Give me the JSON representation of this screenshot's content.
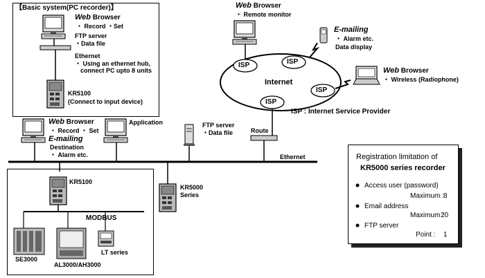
{
  "basic": {
    "title": "【Basic system(PC recorder)】",
    "web": "Web",
    "browser": " Browser",
    "record_set": "・ Record  ・Set",
    "ftp_server": "FTP server",
    "data_file": "・Data file",
    "ethernet": "Ethernet",
    "ethernet_desc1": "・ Using an ethernet hub,",
    "ethernet_desc2": "connect PC upto 8 units",
    "kr5100": "KR5100",
    "kr5100_desc": "(Connect to input device)"
  },
  "remote": {
    "web": "Web",
    "browser": " Browser",
    "desc": "・ Remote monitor"
  },
  "mailing": {
    "title": "E-mailing",
    "line1": "・ Alarm etc.",
    "line2": "Data display"
  },
  "wireless": {
    "web": "Web",
    "browser": " Browser",
    "desc": "・ Wireless (Radiophone)"
  },
  "internet": {
    "label": "Internet",
    "isp": "ISP",
    "isp_legend": "ISP : Internet Service Provider"
  },
  "lan": {
    "web": "Web",
    "browser": " Browser",
    "record_set": "・ Record  ・ Set",
    "email_title": "E-mailing",
    "destination": "Destination",
    "alarm": "・ Alarm etc.",
    "application": "Application",
    "ftp_server": "FTP server",
    "data_file": "・Data file",
    "router": "Route",
    "ethernet": "Ethernet",
    "kr5000": "KR5000",
    "kr5000_series": "Series"
  },
  "modbus": {
    "kr5100": "KR5100",
    "label": "MODBUS",
    "se3000": "SE3000",
    "al3000": "AL3000/AH3000",
    "lt": "LT series"
  },
  "registration": {
    "title1": "Registration limitation of",
    "title2": "KR5000 series recorder",
    "access_user": "Access user (password)",
    "access_max_label": "Maximum :",
    "access_max": "8",
    "email": "Email address",
    "email_max_label": "Maximum :",
    "email_max": "20",
    "ftp": "FTP server",
    "ftp_point_label": "Point :",
    "ftp_point": "1"
  }
}
